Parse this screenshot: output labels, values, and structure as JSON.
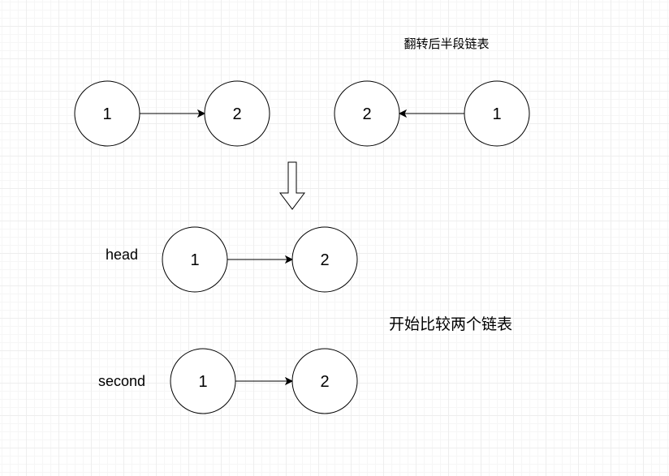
{
  "captions": {
    "reverse_second_half": "翻转后半段链表",
    "start_compare": "开始比较两个链表"
  },
  "labels": {
    "head": "head",
    "second": "second"
  },
  "original_list": {
    "node1": "1",
    "node2": "2"
  },
  "reversed_list": {
    "node2": "2",
    "node1": "1"
  },
  "head_list": {
    "node1": "1",
    "node2": "2"
  },
  "second_list": {
    "node1": "1",
    "node2": "2"
  },
  "colors": {
    "stroke": "#000000",
    "fill": "#ffffff",
    "grid": "#eeeeee"
  }
}
